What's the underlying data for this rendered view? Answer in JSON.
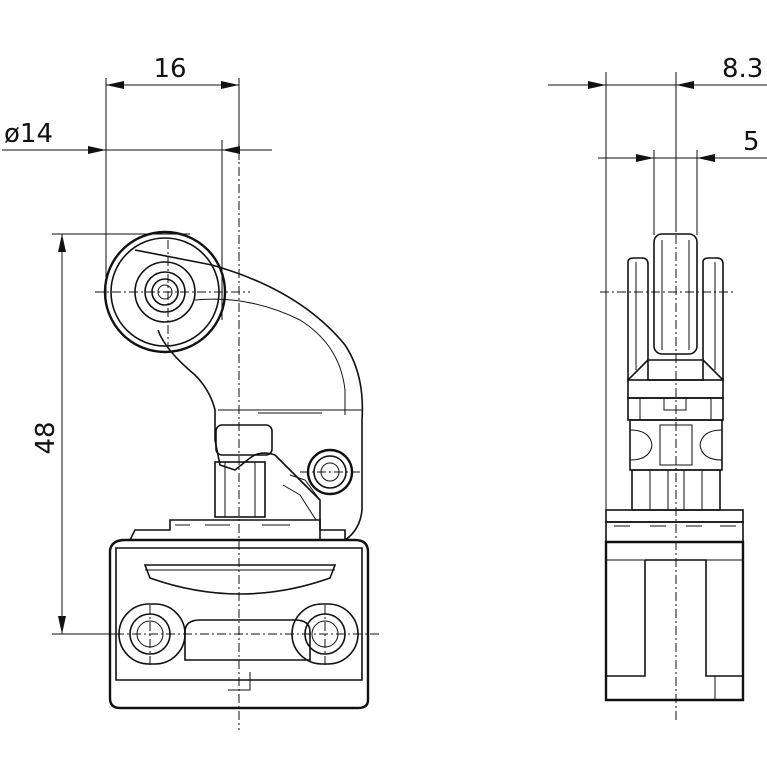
{
  "dimensions": {
    "front_width": "16",
    "roller_diameter": "ø14",
    "height": "48",
    "side_width": "8.3",
    "roller_width": "5"
  }
}
